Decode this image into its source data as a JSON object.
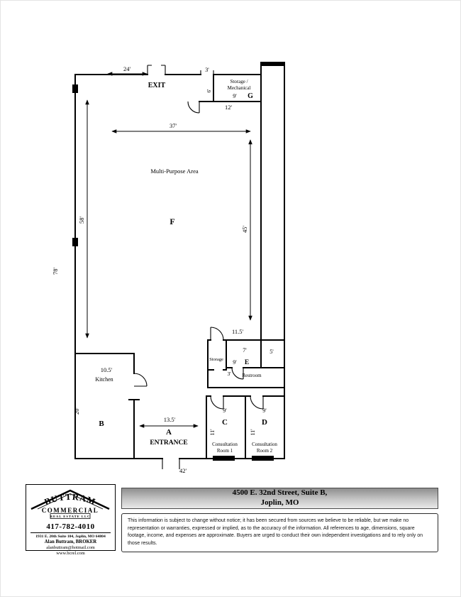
{
  "plan": {
    "rooms": {
      "a": "A",
      "b": "B",
      "c": "C",
      "d": "D",
      "e": "E",
      "f": "F",
      "g": "G"
    },
    "labels": {
      "exit": "EXIT",
      "entrance": "ENTRANCE",
      "multi_purpose": "Multi-Purpose Area",
      "kitchen": "Kitchen",
      "storage_closet": "Storage",
      "restroom": "Restroom",
      "storage_mech_line1": "Storage /",
      "storage_mech_line2": "Mechanical",
      "consult1_line1": "Consultation",
      "consult1_line2": "Room 1",
      "consult2_line1": "Consultation",
      "consult2_line2": "Room 2"
    },
    "dims": {
      "top_left_wall": "24'",
      "top_opening": "3'",
      "g_left": "6'",
      "g_width": "9'",
      "g_bottom": "12'",
      "main_width": "37'",
      "main_height": "58'",
      "overall_height": "78'",
      "right_height": "45'",
      "block_width": "11.5'",
      "e_top": "7'",
      "nook": "5'",
      "e_width": "9'",
      "restroom_door": "3'",
      "kitchen_width": "10.5'",
      "b_height": "20'",
      "vestibule_width": "13.5'",
      "bottom_wall": "42'",
      "c_width": "9'",
      "c_depth": "11'",
      "d_width": "9'",
      "d_depth": "11'"
    }
  },
  "footer": {
    "brand": {
      "name": "BUTTRAM",
      "line2": "COMMERCIAL",
      "line3": "REAL ESTATE LLC",
      "phone": "417-782-4010",
      "address": "1931 E. 20th Suite 104, Joplin, MO 64804",
      "broker": "Alan Buttram, BROKER",
      "email": "alanbuttram@hotmail.com",
      "website": "www.bcrel.com"
    },
    "property": {
      "address_line1": "4500 E. 32nd Street, Suite B,",
      "address_line2": "Joplin, MO"
    },
    "disclaimer": "This information is subject to change without notice; it has been secured from sources we believe to be reliable, but we make no representation or warranties, expressed or implied, as to the accuracy of the information.  All references to age, dimensions, square footage, income, and expenses are approximate.  Buyers are urged to conduct their own independent investigations and to rely only on those results."
  }
}
